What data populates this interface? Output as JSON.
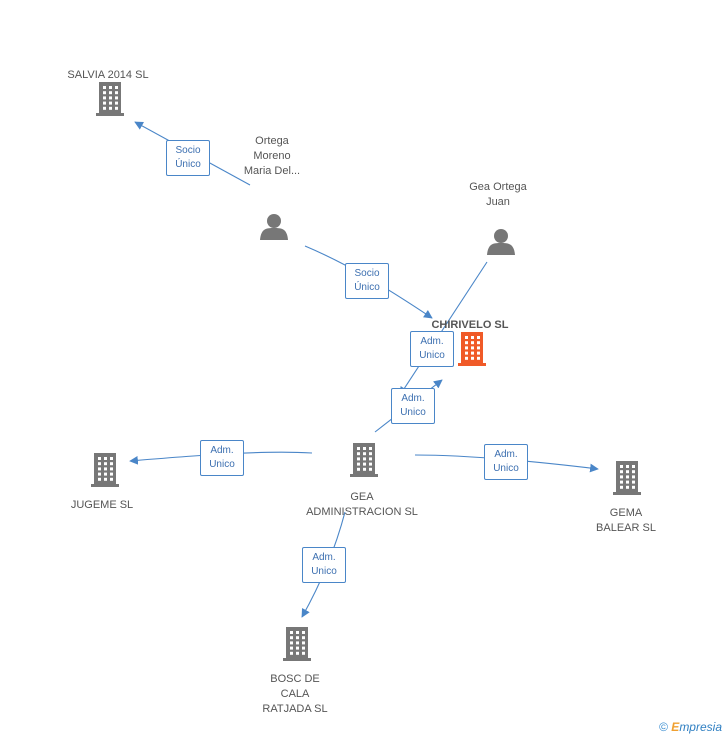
{
  "nodes": [
    {
      "id": "salvia",
      "label": "SALVIA 2014  SL",
      "type": "company"
    },
    {
      "id": "ortega",
      "label": "Ortega\nMoreno\nMaria Del...",
      "type": "person"
    },
    {
      "id": "gea_juan",
      "label": "Gea Ortega\nJuan",
      "type": "person"
    },
    {
      "id": "chirivelo",
      "label": "CHIRIVELO SL",
      "type": "company",
      "highlight": true
    },
    {
      "id": "gea_admin",
      "label": "GEA\nADMINISTRACION SL",
      "type": "company"
    },
    {
      "id": "jugeme",
      "label": "JUGEME SL",
      "type": "company"
    },
    {
      "id": "gema",
      "label": "GEMA\nBALEAR SL",
      "type": "company"
    },
    {
      "id": "bosc",
      "label": "BOSC DE\nCALA\nRATJADA SL",
      "type": "company"
    }
  ],
  "edges": [
    {
      "id": "e1",
      "from": "ortega",
      "to": "salvia",
      "label": "Socio\nÚnico"
    },
    {
      "id": "e2",
      "from": "ortega",
      "to": "chirivelo",
      "label": "Socio\nÚnico"
    },
    {
      "id": "e3",
      "from": "gea_juan",
      "to": "gea_admin",
      "label": "Adm.\nUnico"
    },
    {
      "id": "e4",
      "from": "gea_admin",
      "to": "chirivelo",
      "label": "Adm.\nUnico"
    },
    {
      "id": "e5",
      "from": "gea_admin",
      "to": "jugeme",
      "label": "Adm.\nUnico"
    },
    {
      "id": "e6",
      "from": "gea_admin",
      "to": "gema",
      "label": "Adm.\nUnico"
    },
    {
      "id": "e7",
      "from": "gea_admin",
      "to": "bosc",
      "label": "Adm.\nUnico"
    }
  ],
  "colors": {
    "edge": "#4a86c8",
    "node_icon": "#777777",
    "highlight": "#f05a28"
  },
  "footer": {
    "copyright": "©",
    "brand_first": "E",
    "brand_rest": "mpresia"
  }
}
